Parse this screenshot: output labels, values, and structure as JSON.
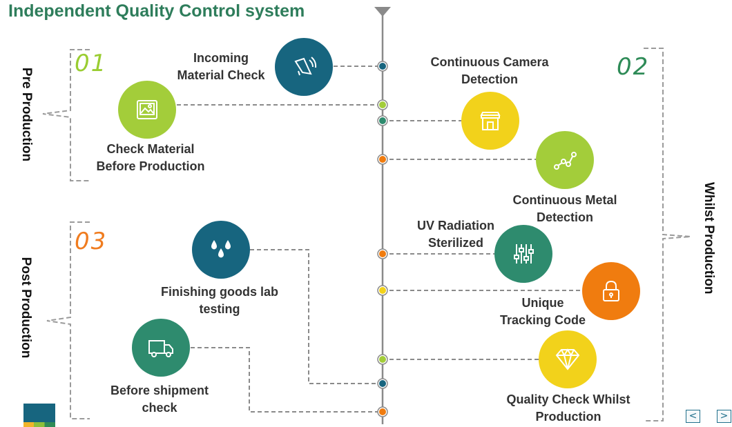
{
  "title": "Independent Quality Control system",
  "sections": {
    "pre": {
      "number": "01",
      "label": "Pre Production",
      "color": "#9acd32"
    },
    "whilst": {
      "number": "02",
      "label": "Whilst Production",
      "color": "#2e8b57"
    },
    "post": {
      "number": "03",
      "label": "Post Production",
      "color": "#f07c1f"
    }
  },
  "steps": {
    "incoming": {
      "line1": "Incoming",
      "line2": "Material Check",
      "color": "#17657f",
      "icon": "speaker-icon"
    },
    "check_material": {
      "line1": "Check Material",
      "line2": "Before Production",
      "color": "#a3cd3a",
      "icon": "image-icon"
    },
    "camera": {
      "line1": "Continuous Camera",
      "line2": "Detection",
      "color": "#f2d21b",
      "icon": "storefront-icon"
    },
    "metal": {
      "line1": "Continuous Metal",
      "line2": "Detection",
      "color": "#a3cd3a",
      "icon": "line-chart-icon"
    },
    "uv": {
      "line1": "UV Radiation",
      "line2": "Sterilized",
      "color": "#2e8b6e",
      "icon": "sliders-icon"
    },
    "tracking": {
      "line1": "Unique",
      "line2": "Tracking Code",
      "color": "#f07c0f",
      "icon": "lock-icon"
    },
    "quality_whilst": {
      "line1": "Quality Check Whilst",
      "line2": "Production",
      "color": "#f2d21b",
      "icon": "diamond-icon"
    },
    "lab": {
      "line1": "Finishing goods lab",
      "line2": "testing",
      "color": "#17657f",
      "icon": "water-drops-icon"
    },
    "shipment": {
      "line1": "Before shipment",
      "line2": "check",
      "color": "#2e8b6e",
      "icon": "truck-icon"
    }
  },
  "nav": {
    "prev": "<",
    "next": ">"
  },
  "colors": {
    "title": "#2e7d5b",
    "line": "#8a8a8a",
    "text": "#333333"
  }
}
